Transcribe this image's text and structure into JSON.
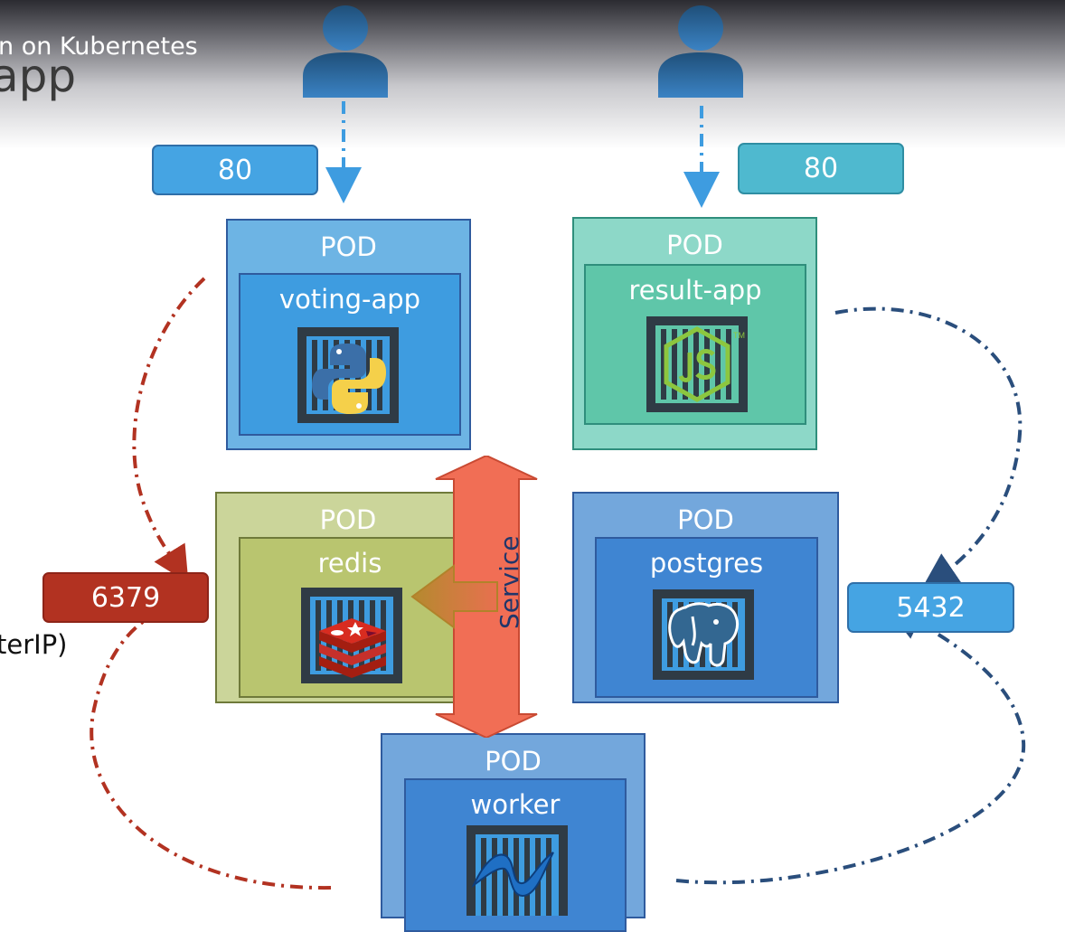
{
  "header": {
    "subtitle": "n on Kubernetes",
    "title": "app"
  },
  "left_note": "terIP)",
  "ports": {
    "voting_port": "80",
    "result_port": "80",
    "redis_port": "6379",
    "postgres_port": "5432"
  },
  "pods": {
    "voting": {
      "pod_label": "POD",
      "name": "voting-app"
    },
    "result": {
      "pod_label": "POD",
      "name": "result-app"
    },
    "redis": {
      "pod_label": "POD",
      "name": "redis"
    },
    "postgres": {
      "pod_label": "POD",
      "name": "postgres"
    },
    "worker": {
      "pod_label": "POD",
      "name": "worker"
    }
  },
  "service_label": "Service",
  "icons": [
    "user-icon",
    "python-icon",
    "nodejs-icon",
    "redis-icon",
    "postgres-icon",
    "dotnet-icon",
    "container-icon"
  ],
  "colors": {
    "voting_pod": "#6db4e4",
    "voting_inner": "#3e9ce0",
    "result_pod": "#8dd8c8",
    "result_inner": "#5fc6a9",
    "redis_pod": "#cbd59a",
    "redis_inner": "#b9c56f",
    "postgres_pod": "#73a7dc",
    "postgres_inner": "#3f85d2",
    "port_blue": "#45a4e3",
    "port_teal": "#4fb9cf",
    "port_red": "#b23221",
    "service_arrow": "#f16e55",
    "redis_link": "#b23221",
    "postgres_link": "#2a4e7c"
  }
}
